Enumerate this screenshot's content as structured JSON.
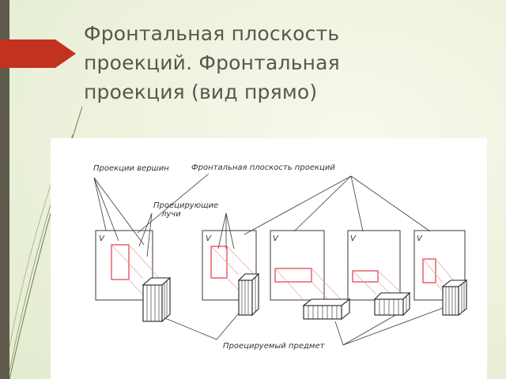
{
  "title": {
    "line1": "Фронтальная плоскость",
    "line2": "проекций. Фронтальная",
    "line3": "проекция (вид прямо)"
  },
  "diagram": {
    "label_vertices": "Проекции вершин",
    "label_plane": "Фронтальная плоскость проекций",
    "label_rays_1": "Проецирующие",
    "label_rays_2": "лучи",
    "label_object": "Проецируемый предмет",
    "plane_letter": "V"
  },
  "colors": {
    "accent": "#c2331f",
    "projection": "#e23a4a",
    "text": "#58574d",
    "sidebar": "#5e5a4c"
  }
}
